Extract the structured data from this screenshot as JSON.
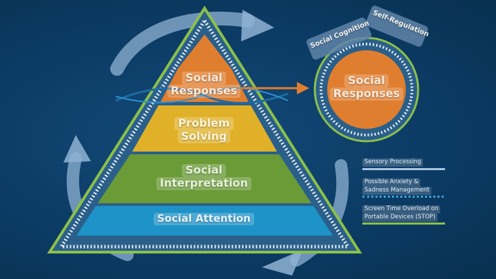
{
  "pyramid": {
    "levels": [
      {
        "name": "social-responses",
        "line1": "Social",
        "line2": "Responses",
        "color": "#e07e2f"
      },
      {
        "name": "problem-solving",
        "line1": "Problem",
        "line2": "Solving",
        "color": "#e0b128"
      },
      {
        "name": "social-interpretation",
        "line1": "Social",
        "line2": "Interpretation",
        "color": "#6a9b37"
      },
      {
        "name": "social-attention",
        "line1": "Social Attention",
        "line2": "",
        "color": "#1d93c8"
      }
    ],
    "border_color": "#8cc04a"
  },
  "circle": {
    "arc_left": "Social Cognition",
    "arc_right": "Self-Regulation",
    "line1": "Social",
    "line2": "Responses",
    "color": "#e07e2f"
  },
  "legend": {
    "items": [
      {
        "text1": "Sensory Processing",
        "text2": "",
        "line_color": "#a9c6e2",
        "line_style": "solid"
      },
      {
        "text1": "Possible Anxiety &",
        "text2": "Sadness Management",
        "line_color": "#3aa3d8",
        "line_style": "dotted"
      },
      {
        "text1": "Screen Time Overload on",
        "text2": "Portable Devices (STOP)",
        "line_color": "#8cc04a",
        "line_style": "solid"
      }
    ]
  },
  "colors": {
    "background": "#0b3a63",
    "arrow": "#8fb3d3",
    "connector": "#e07e2f",
    "wave": "#1d93c8"
  }
}
